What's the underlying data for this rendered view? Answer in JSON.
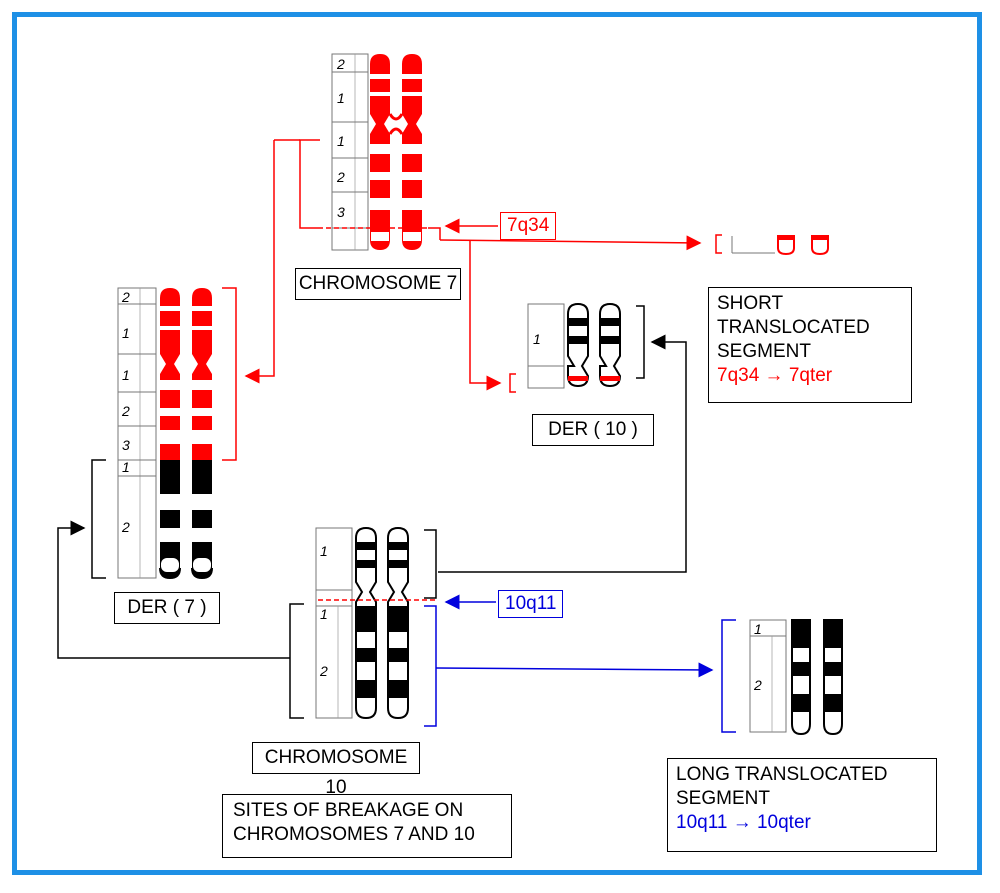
{
  "labels": {
    "chr7": "CHROMOSOME 7",
    "chr10": "CHROMOSOME 10",
    "der7": "DER ( 7 )",
    "der10": "DER ( 10 )"
  },
  "breakpoints": {
    "chr7": "7q34",
    "chr10": "10q11"
  },
  "short_segment": {
    "line1": "SHORT",
    "line2": "TRANSLOCATED",
    "line3": "SEGMENT",
    "range": "7q34 → 7qter"
  },
  "long_segment": {
    "line1": "LONG TRANSLOCATED",
    "line2": "SEGMENT",
    "range": "10q11 → 10qter"
  },
  "sites": {
    "line1": "SITES OF BREAKAGE ON",
    "line2": "CHROMOSOMES 7 AND 10"
  },
  "region_numbers": {
    "chr7": [
      "2",
      "1",
      "1",
      "2",
      "3"
    ],
    "chr10": [
      "1",
      "1",
      "2"
    ],
    "der7": [
      "2",
      "1",
      "1",
      "2",
      "3",
      "1",
      "2"
    ],
    "der10": [
      "1"
    ],
    "long_seg": [
      "1",
      "2"
    ]
  },
  "colors": {
    "frame": "#1e90e6",
    "chr7": "#ff0000",
    "chr10": "#000000",
    "breakpoint7": "#ff0000",
    "breakpoint10": "#0000dd"
  }
}
